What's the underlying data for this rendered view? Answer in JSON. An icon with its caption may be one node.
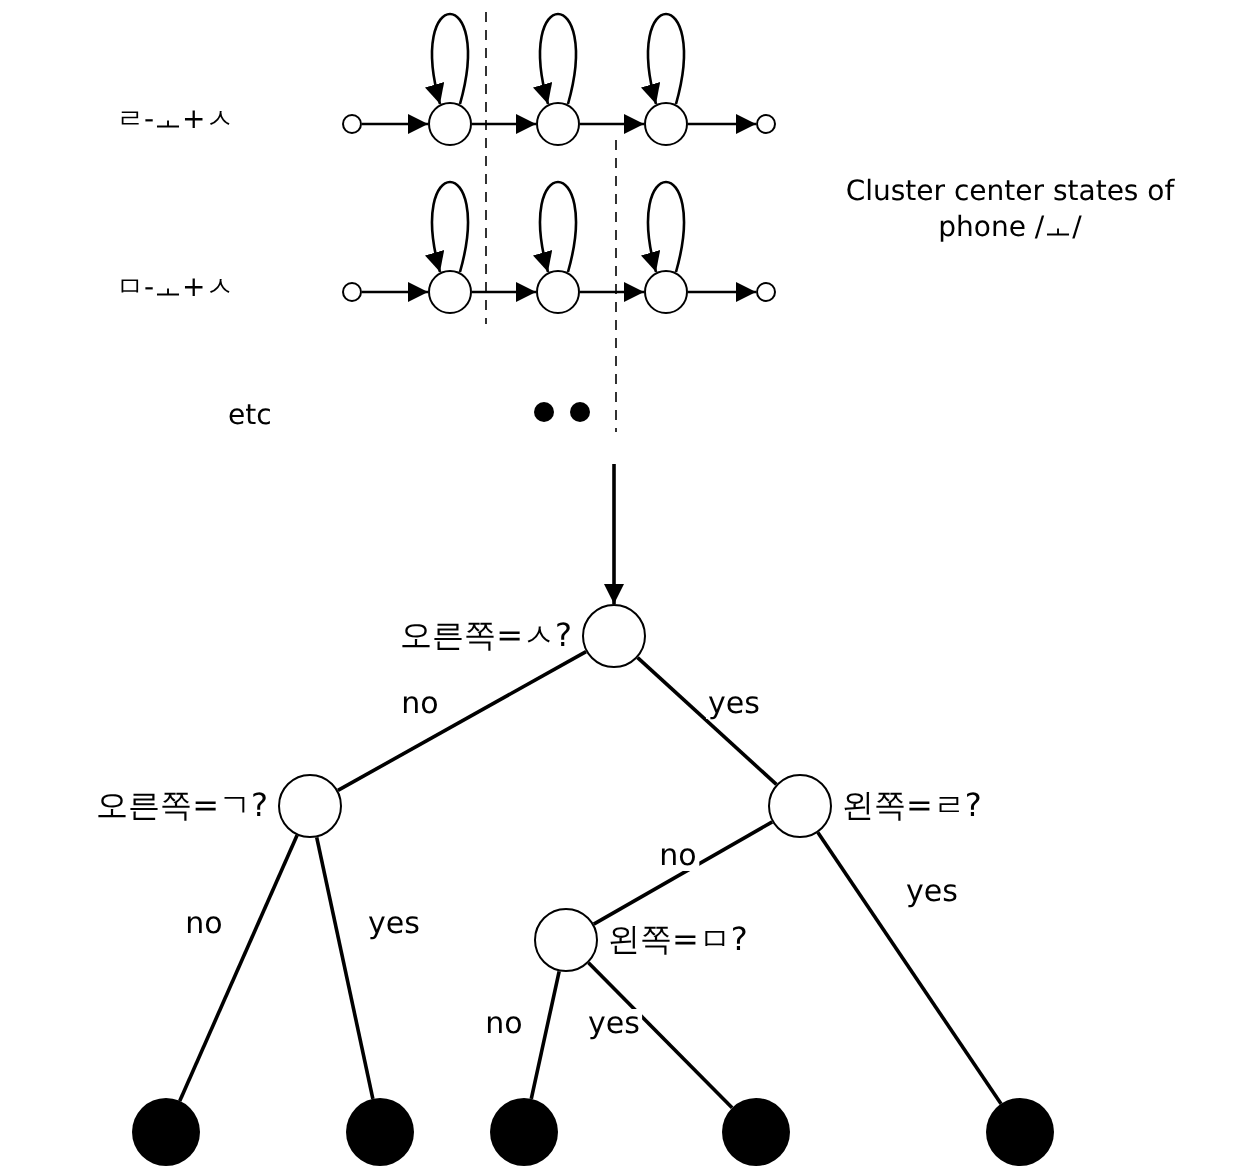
{
  "diagram": {
    "nodes": [
      {
        "text": [],
        "shape": "circle"
      },
      {
        "text": [],
        "shape": "circle"
      },
      {
        "text": [],
        "shape": "circle"
      },
      {
        "text": [],
        "shape": "circle"
      },
      {
        "text": [],
        "shape": "circle"
      },
      {
        "text": [],
        "shape": "circle"
      },
      {
        "text": [],
        "shape": "circle"
      },
      {
        "text": [],
        "shape": "circle"
      },
      {
        "text": [],
        "shape": "circle"
      },
      {
        "text": [],
        "shape": "circle"
      },
      {
        "text": [],
        "shape": "circle",
        "beside": [
          "오른쪽=ㅅ?"
        ]
      },
      {
        "text": [],
        "shape": "circle",
        "beside": [
          "오른쪽=ㄱ?"
        ]
      },
      {
        "text": [],
        "shape": "circle",
        "beside": [
          "왼쪽=ㄹ?"
        ]
      },
      {
        "text": [],
        "shape": "circle",
        "beside": [
          "왼쪽=ㅁ?"
        ]
      },
      {
        "text": [],
        "shape": "circle"
      },
      {
        "text": [],
        "shape": "circle"
      },
      {
        "text": [],
        "shape": "circle"
      },
      {
        "text": [],
        "shape": "circle"
      },
      {
        "text": [],
        "shape": "circle"
      }
    ],
    "edges": [
      {
        "from": 0,
        "to": 1,
        "arrow": "to"
      },
      {
        "from": 1,
        "to": 2,
        "arrow": "to"
      },
      {
        "from": 2,
        "to": 3,
        "arrow": "to"
      },
      {
        "from": 3,
        "to": 4,
        "arrow": "to"
      },
      {
        "from": 1,
        "to": 1,
        "arrow": "to"
      },
      {
        "from": 2,
        "to": 2,
        "arrow": "to"
      },
      {
        "from": 3,
        "to": 3,
        "arrow": "to"
      },
      {
        "from": 5,
        "to": 6,
        "arrow": "to"
      },
      {
        "from": 6,
        "to": 7,
        "arrow": "to"
      },
      {
        "from": 7,
        "to": 8,
        "arrow": "to"
      },
      {
        "from": 8,
        "to": 9,
        "arrow": "to"
      },
      {
        "from": 6,
        "to": 6,
        "arrow": "to"
      },
      {
        "from": 7,
        "to": 7,
        "arrow": "to"
      },
      {
        "from": 8,
        "to": 8,
        "arrow": "to"
      },
      {
        "from": null,
        "to": 10,
        "arrow": "to"
      },
      {
        "from": 10,
        "to": 11,
        "arrow": "none",
        "label": "no"
      },
      {
        "from": 10,
        "to": 12,
        "arrow": "none",
        "label": "yes"
      },
      {
        "from": 11,
        "to": 14,
        "arrow": "none",
        "label": "no"
      },
      {
        "from": 11,
        "to": 15,
        "arrow": "none",
        "label": "yes"
      },
      {
        "from": 12,
        "to": 13,
        "arrow": "none",
        "label": "no"
      },
      {
        "from": 12,
        "to": 18,
        "arrow": "none",
        "label": "yes"
      },
      {
        "from": 13,
        "to": 16,
        "arrow": "none",
        "label": "no"
      },
      {
        "from": 13,
        "to": 17,
        "arrow": "none",
        "label": "yes"
      }
    ],
    "labels": [
      "ㄹ-ㅗ+ㅅ",
      "ㅁ-ㅗ+ㅅ",
      "Cluster center states of phone /ㅗ/",
      "etc"
    ]
  }
}
